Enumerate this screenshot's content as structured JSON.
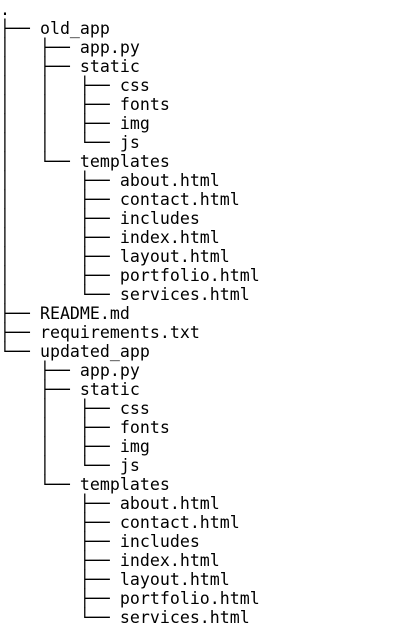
{
  "tree": {
    "lines": [
      ".",
      "├── old_app",
      "│   ├── app.py",
      "│   ├── static",
      "│   │   ├── css",
      "│   │   ├── fonts",
      "│   │   ├── img",
      "│   │   └── js",
      "│   └── templates",
      "│       ├── about.html",
      "│       ├── contact.html",
      "│       ├── includes",
      "│       ├── index.html",
      "│       ├── layout.html",
      "│       ├── portfolio.html",
      "│       └── services.html",
      "├── README.md",
      "├── requirements.txt",
      "└── updated_app",
      "    ├── app.py",
      "    ├── static",
      "    │   ├── css",
      "    │   ├── fonts",
      "    │   ├── img",
      "    │   └── js",
      "    └── templates",
      "        ├── about.html",
      "        ├── contact.html",
      "        ├── includes",
      "        ├── index.html",
      "        ├── layout.html",
      "        ├── portfolio.html",
      "        └── services.html"
    ]
  }
}
